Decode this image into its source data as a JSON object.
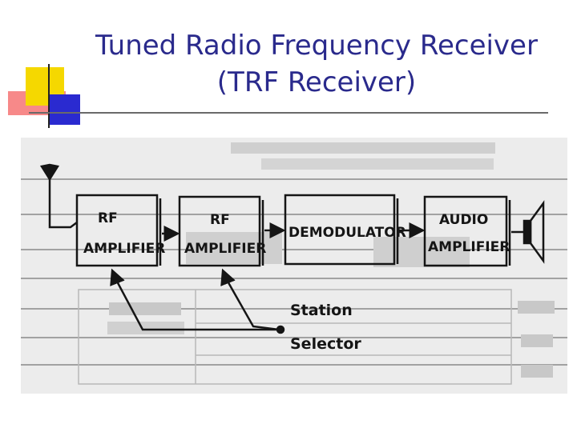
{
  "slide": {
    "title_line1": "Tuned Radio Frequency Receiver",
    "title_line2": "(TRF Receiver)"
  },
  "diagram": {
    "blocks": [
      {
        "line1": "RF",
        "line2": "AMPLIFIER"
      },
      {
        "line1": "RF",
        "line2": "AMPLIFIER"
      },
      {
        "line1": "DEMODULATOR",
        "line2": ""
      },
      {
        "line1": "AUDIO",
        "line2": "AMPLIFIER"
      }
    ],
    "control_label_line1": "Station",
    "control_label_line2": "Selector"
  },
  "colors": {
    "title": "#2a2a8c",
    "ink": "#151515",
    "paper": "#ececec",
    "ruled_line": "#8a8a8a"
  }
}
